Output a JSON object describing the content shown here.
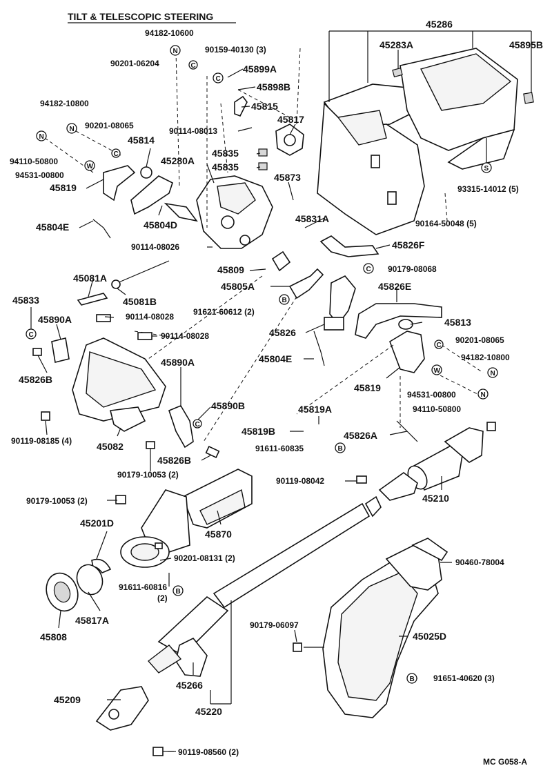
{
  "title": "TILT & TELESCOPIC STEERING",
  "code": "MC G058-A",
  "labels": {
    "l45286": "45286",
    "l45283A": "45283A",
    "l45895B": "45895B",
    "l94182_10600": "94182-10600",
    "l90159_40130": "90159-40130 (3)",
    "l90201_06204": "90201-06204",
    "l45899A": "45899A",
    "l45898B": "45898B",
    "l45815": "45815",
    "l94182_10800a": "94182-10800",
    "l45817": "45817",
    "l90201_08065a": "90201-08065",
    "l90114_08013": "90114-08013",
    "l45814": "45814",
    "l45835a": "45835",
    "l45835b": "45835",
    "l45280A": "45280A",
    "l94110_50800a": "94110-50800",
    "l94531_00800a": "94531-00800",
    "l45819a": "45819",
    "l45873": "45873",
    "l93315_14012": "93315-14012 (5)",
    "l45804E_a": "45804E",
    "l45804D": "45804D",
    "l45831A": "45831A",
    "l90164_50048": "90164-50048 (5)",
    "l90114_08026": "90114-08026",
    "l45826F": "45826F",
    "l45809": "45809",
    "l90179_08068": "90179-08068",
    "l45081A": "45081A",
    "l45805A": "45805A",
    "l45826E": "45826E",
    "l45833": "45833",
    "l45081B": "45081B",
    "l91621_60612": "91621-60612 (2)",
    "l90114_08028a": "90114-08028",
    "l45890A_a": "45890A",
    "l45813": "45813",
    "l90114_08028b": "90114-08028",
    "l45826": "45826",
    "l90201_08065b": "90201-08065",
    "l45826B_a": "45826B",
    "l94182_10800b": "94182-10800",
    "l45804E_b": "45804E",
    "l45890A_b": "45890A",
    "l45819b": "45819",
    "l94531_00800b": "94531-00800",
    "l45890B": "45890B",
    "l94110_50800b": "94110-50800",
    "l45819A": "45819A",
    "l90119_08185": "90119-08185 (4)",
    "l45819B": "45819B",
    "l45826A": "45826A",
    "l45082": "45082",
    "l45826B_b": "45826B",
    "l91611_60835": "91611-60835",
    "l90179_10053a": "90179-10053 (2)",
    "l90119_08042": "90119-08042",
    "l90179_10053b": "90179-10053 (2)",
    "l45210": "45210",
    "l45201D": "45201D",
    "l45870": "45870",
    "l90201_08131": "90201-08131 (2)",
    "l90460_78004": "90460-78004",
    "l91611_60816": "91611-60816",
    "l91611_60816_qty": "(2)",
    "l45817A": "45817A",
    "l45808": "45808",
    "l90179_06097": "90179-06097",
    "l45025D": "45025D",
    "l91651_40620": "91651-40620 (3)",
    "l45266": "45266",
    "l45209": "45209",
    "l45220": "45220",
    "l90119_08560": "90119-08560 (2)"
  },
  "symbols": {
    "N": "N",
    "C": "C",
    "W": "W",
    "S": "S",
    "B": "B"
  }
}
